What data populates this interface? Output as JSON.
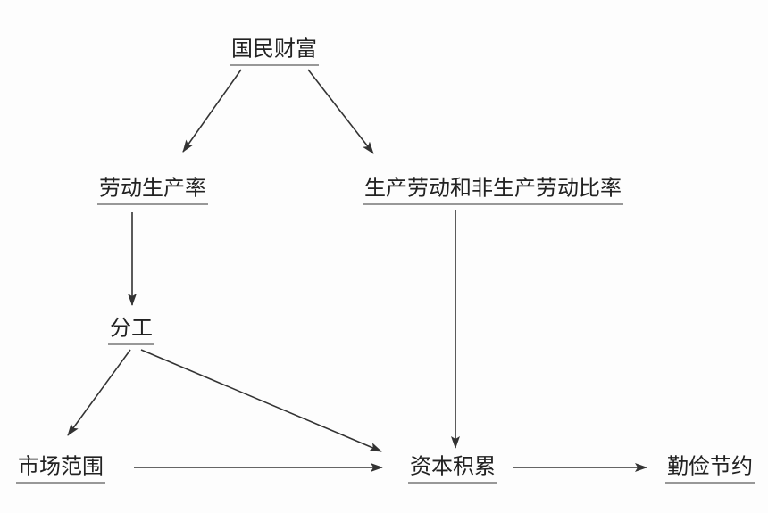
{
  "nodes": {
    "national_wealth": "国民财富",
    "labor_productivity": "劳动生产率",
    "productive_ratio": "生产劳动和非生产劳动比率",
    "division_of_labor": "分工",
    "market_size": "市场范围",
    "capital_accumulation": "资本积累",
    "frugality": "勤俭节约"
  },
  "edges": [
    [
      "national_wealth",
      "labor_productivity"
    ],
    [
      "national_wealth",
      "productive_ratio"
    ],
    [
      "labor_productivity",
      "division_of_labor"
    ],
    [
      "productive_ratio",
      "capital_accumulation"
    ],
    [
      "division_of_labor",
      "market_size"
    ],
    [
      "division_of_labor",
      "capital_accumulation"
    ],
    [
      "market_size",
      "capital_accumulation"
    ],
    [
      "capital_accumulation",
      "frugality"
    ]
  ]
}
